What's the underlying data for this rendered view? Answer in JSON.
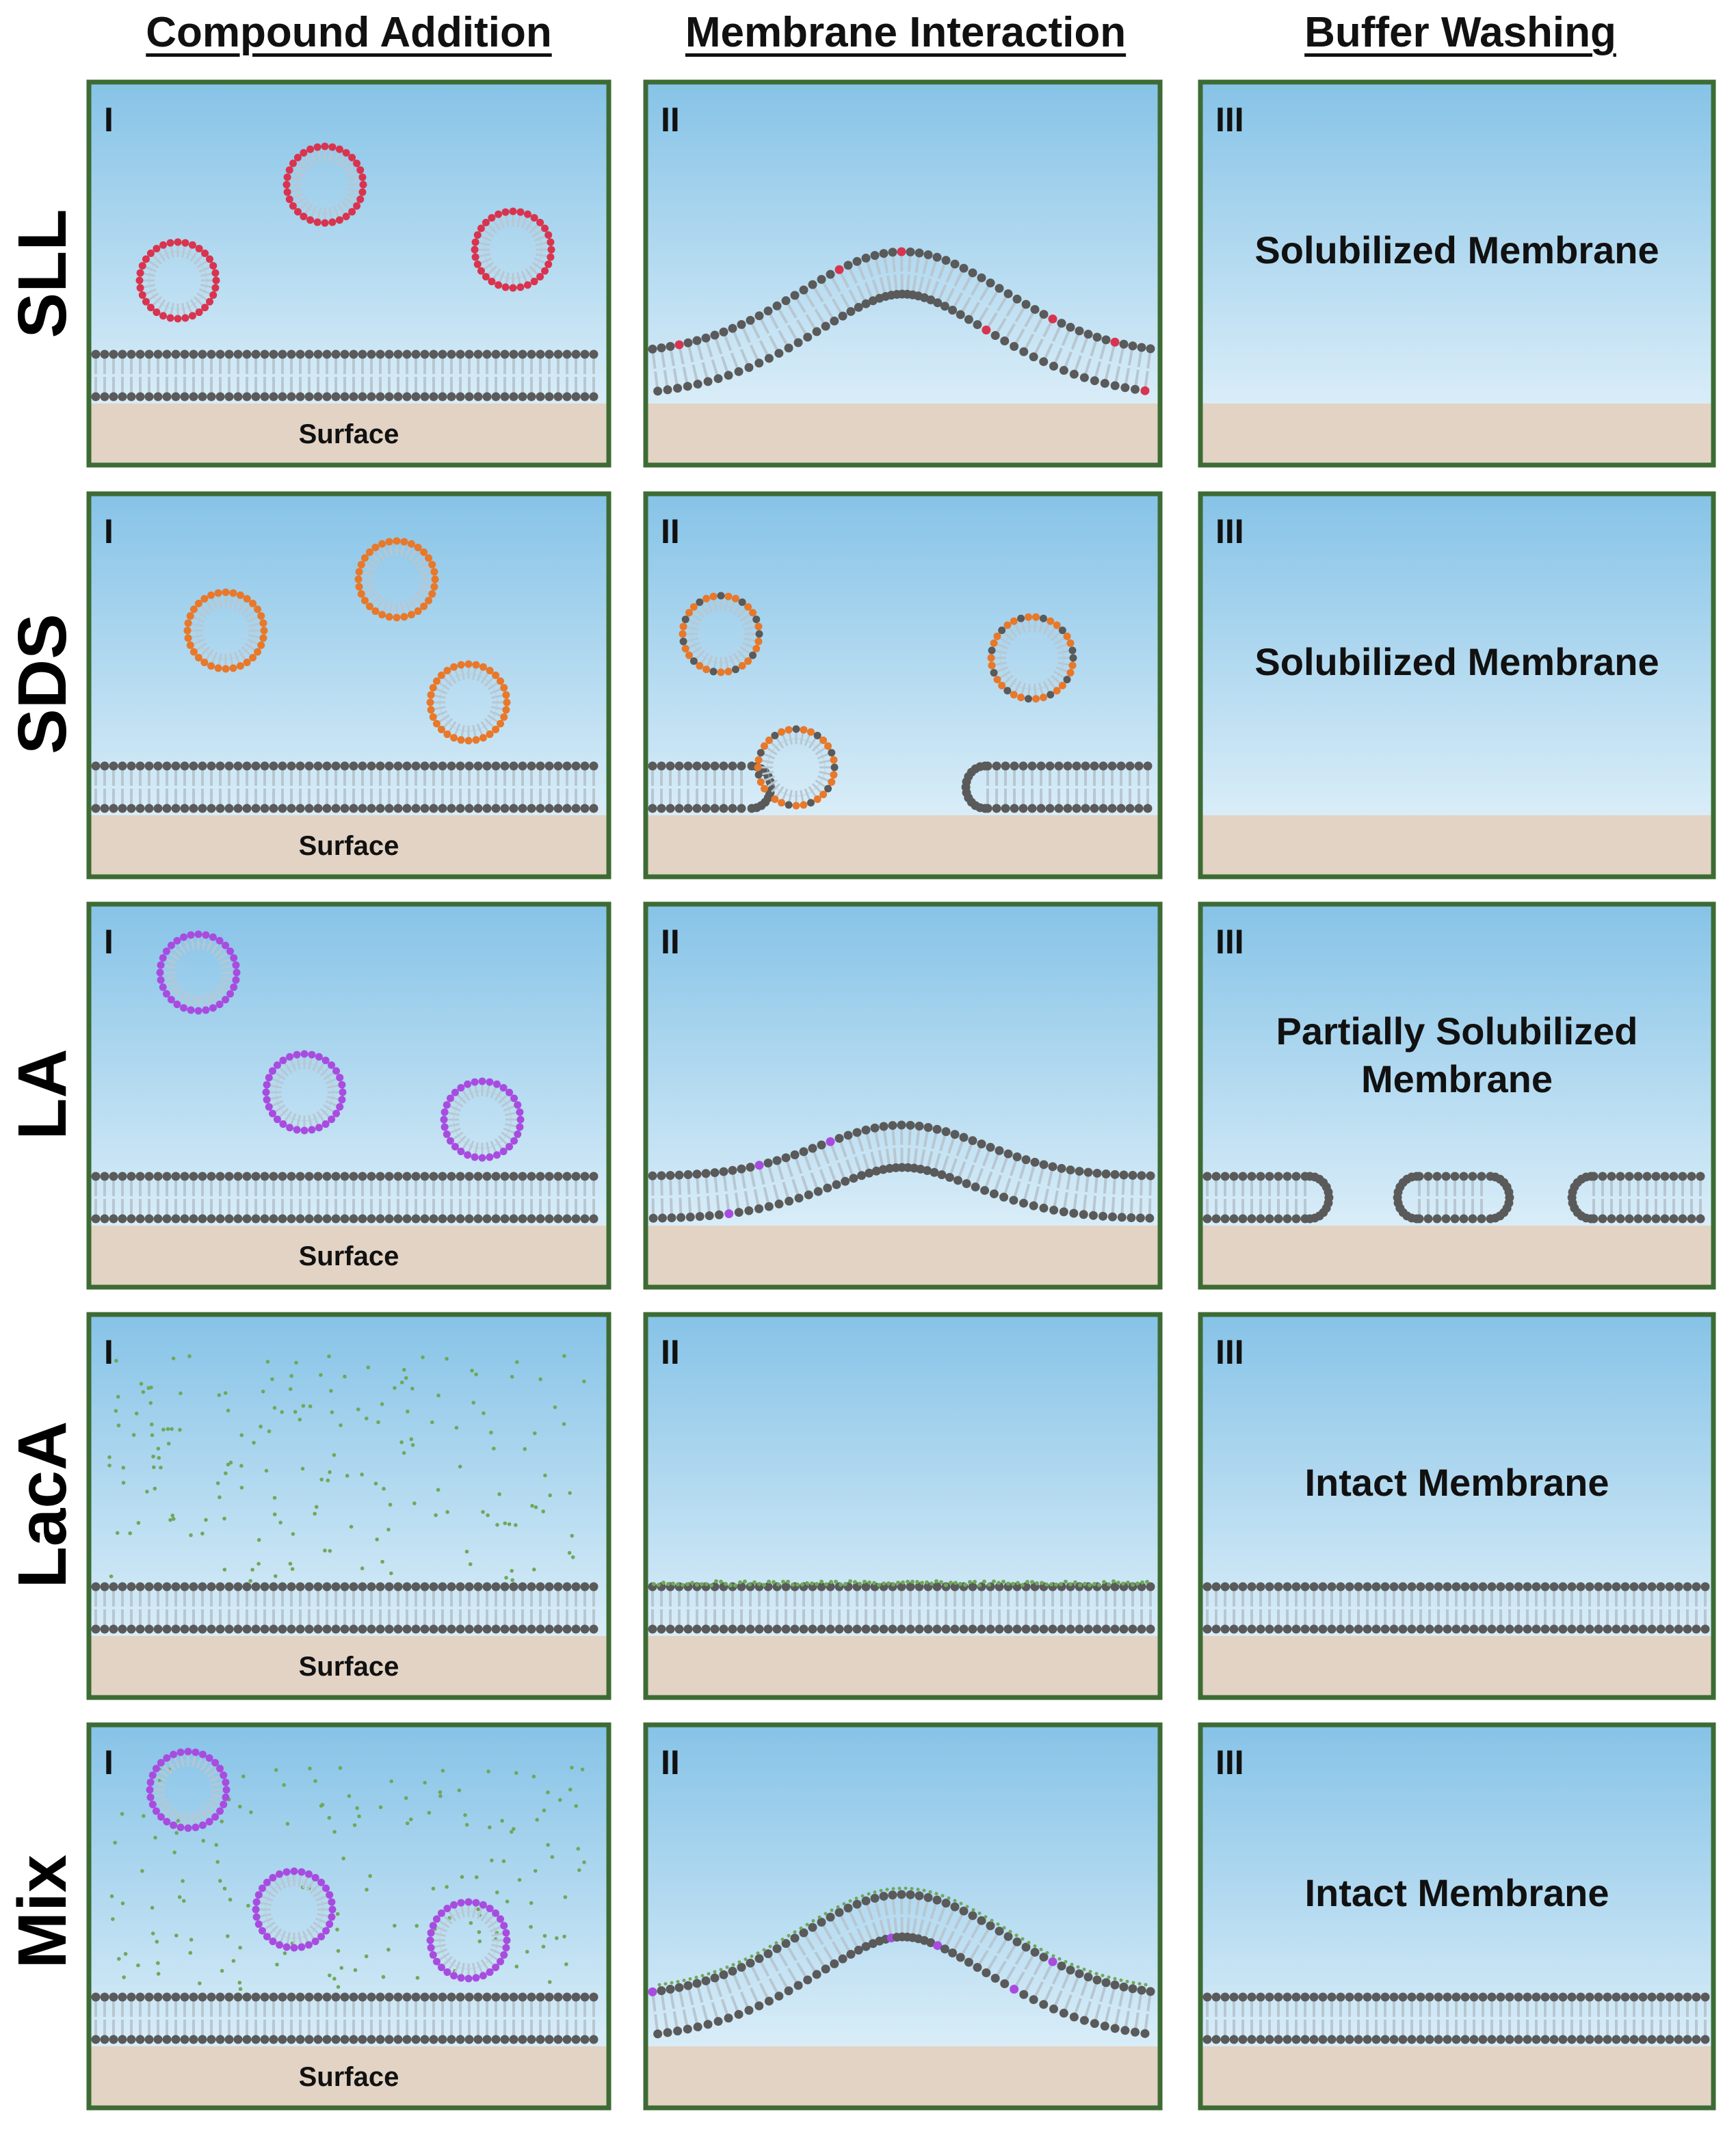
{
  "columns": [
    "Compound Addition",
    "Membrane Interaction",
    "Buffer Washing"
  ],
  "stage_numerals": [
    "I",
    "II",
    "III"
  ],
  "surface_label": "Surface",
  "rows": [
    {
      "label": "SLL",
      "compound_color": "#d8344f",
      "panels": [
        {
          "numeral": "I",
          "caption": ""
        },
        {
          "numeral": "II",
          "caption": ""
        },
        {
          "numeral": "III",
          "caption": "Solubilized Membrane"
        }
      ]
    },
    {
      "label": "SDS",
      "compound_color": "#e8782a",
      "panels": [
        {
          "numeral": "I",
          "caption": ""
        },
        {
          "numeral": "II",
          "caption": ""
        },
        {
          "numeral": "III",
          "caption": "Solubilized Membrane"
        }
      ]
    },
    {
      "label": "LA",
      "compound_color": "#a84ce0",
      "panels": [
        {
          "numeral": "I",
          "caption": ""
        },
        {
          "numeral": "II",
          "caption": ""
        },
        {
          "numeral": "III",
          "caption": "Partially Solubilized\nMembrane"
        }
      ]
    },
    {
      "label": "LacA",
      "compound_color": "#6fa85a",
      "panels": [
        {
          "numeral": "I",
          "caption": ""
        },
        {
          "numeral": "II",
          "caption": ""
        },
        {
          "numeral": "III",
          "caption": "Intact Membrane"
        }
      ]
    },
    {
      "label": "Mix",
      "compound_color": "#a84ce0",
      "panels": [
        {
          "numeral": "I",
          "caption": ""
        },
        {
          "numeral": "II",
          "caption": ""
        },
        {
          "numeral": "III",
          "caption": "Intact Membrane"
        }
      ]
    }
  ],
  "colors": {
    "panel_border": "#3d6b34",
    "water_top": "#86c3e7",
    "water_bottom": "#e9f5fb",
    "surface_fill": "#e2d3c4",
    "lipid_head": "#5a5a5a",
    "lipid_tail": "#b7c7d2",
    "lacA_particles": "#6fa85a"
  }
}
